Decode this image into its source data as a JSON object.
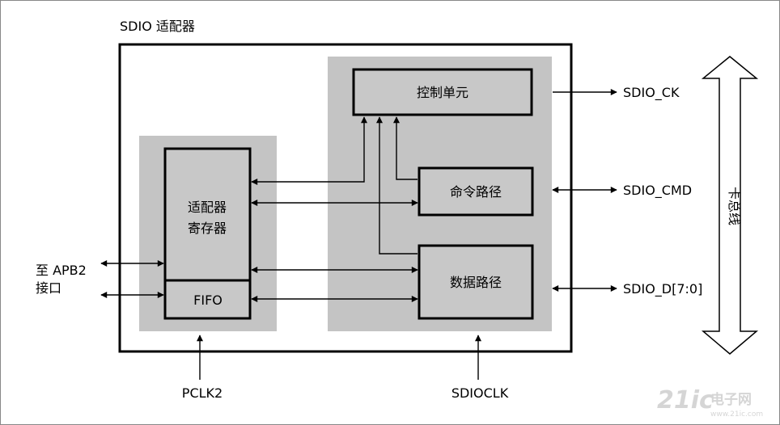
{
  "diagram": {
    "title": "SDIO 适配器",
    "blocks": {
      "adapter_registers": [
        "适配器",
        "寄存器"
      ],
      "fifo": "FIFO",
      "control_unit": "控制单元",
      "command_path": "命令路径",
      "data_path": "数据路径"
    },
    "external": {
      "apb2": [
        "至 APB2",
        "接口"
      ],
      "pclk2": "PCLK2",
      "sdioclk": "SDIOCLK",
      "sdio_ck": "SDIO_CK",
      "sdio_cmd": "SDIO_CMD",
      "sdio_d": "SDIO_D[7:0]",
      "card_bus": "卡总线"
    }
  },
  "watermark": {
    "brand": "21ic",
    "name": "电子网",
    "domain": "www.21ic.com"
  },
  "colors": {
    "block_fill": "#c8c8c8",
    "group_fill": "#c4c4c4",
    "stroke": "#000000"
  }
}
